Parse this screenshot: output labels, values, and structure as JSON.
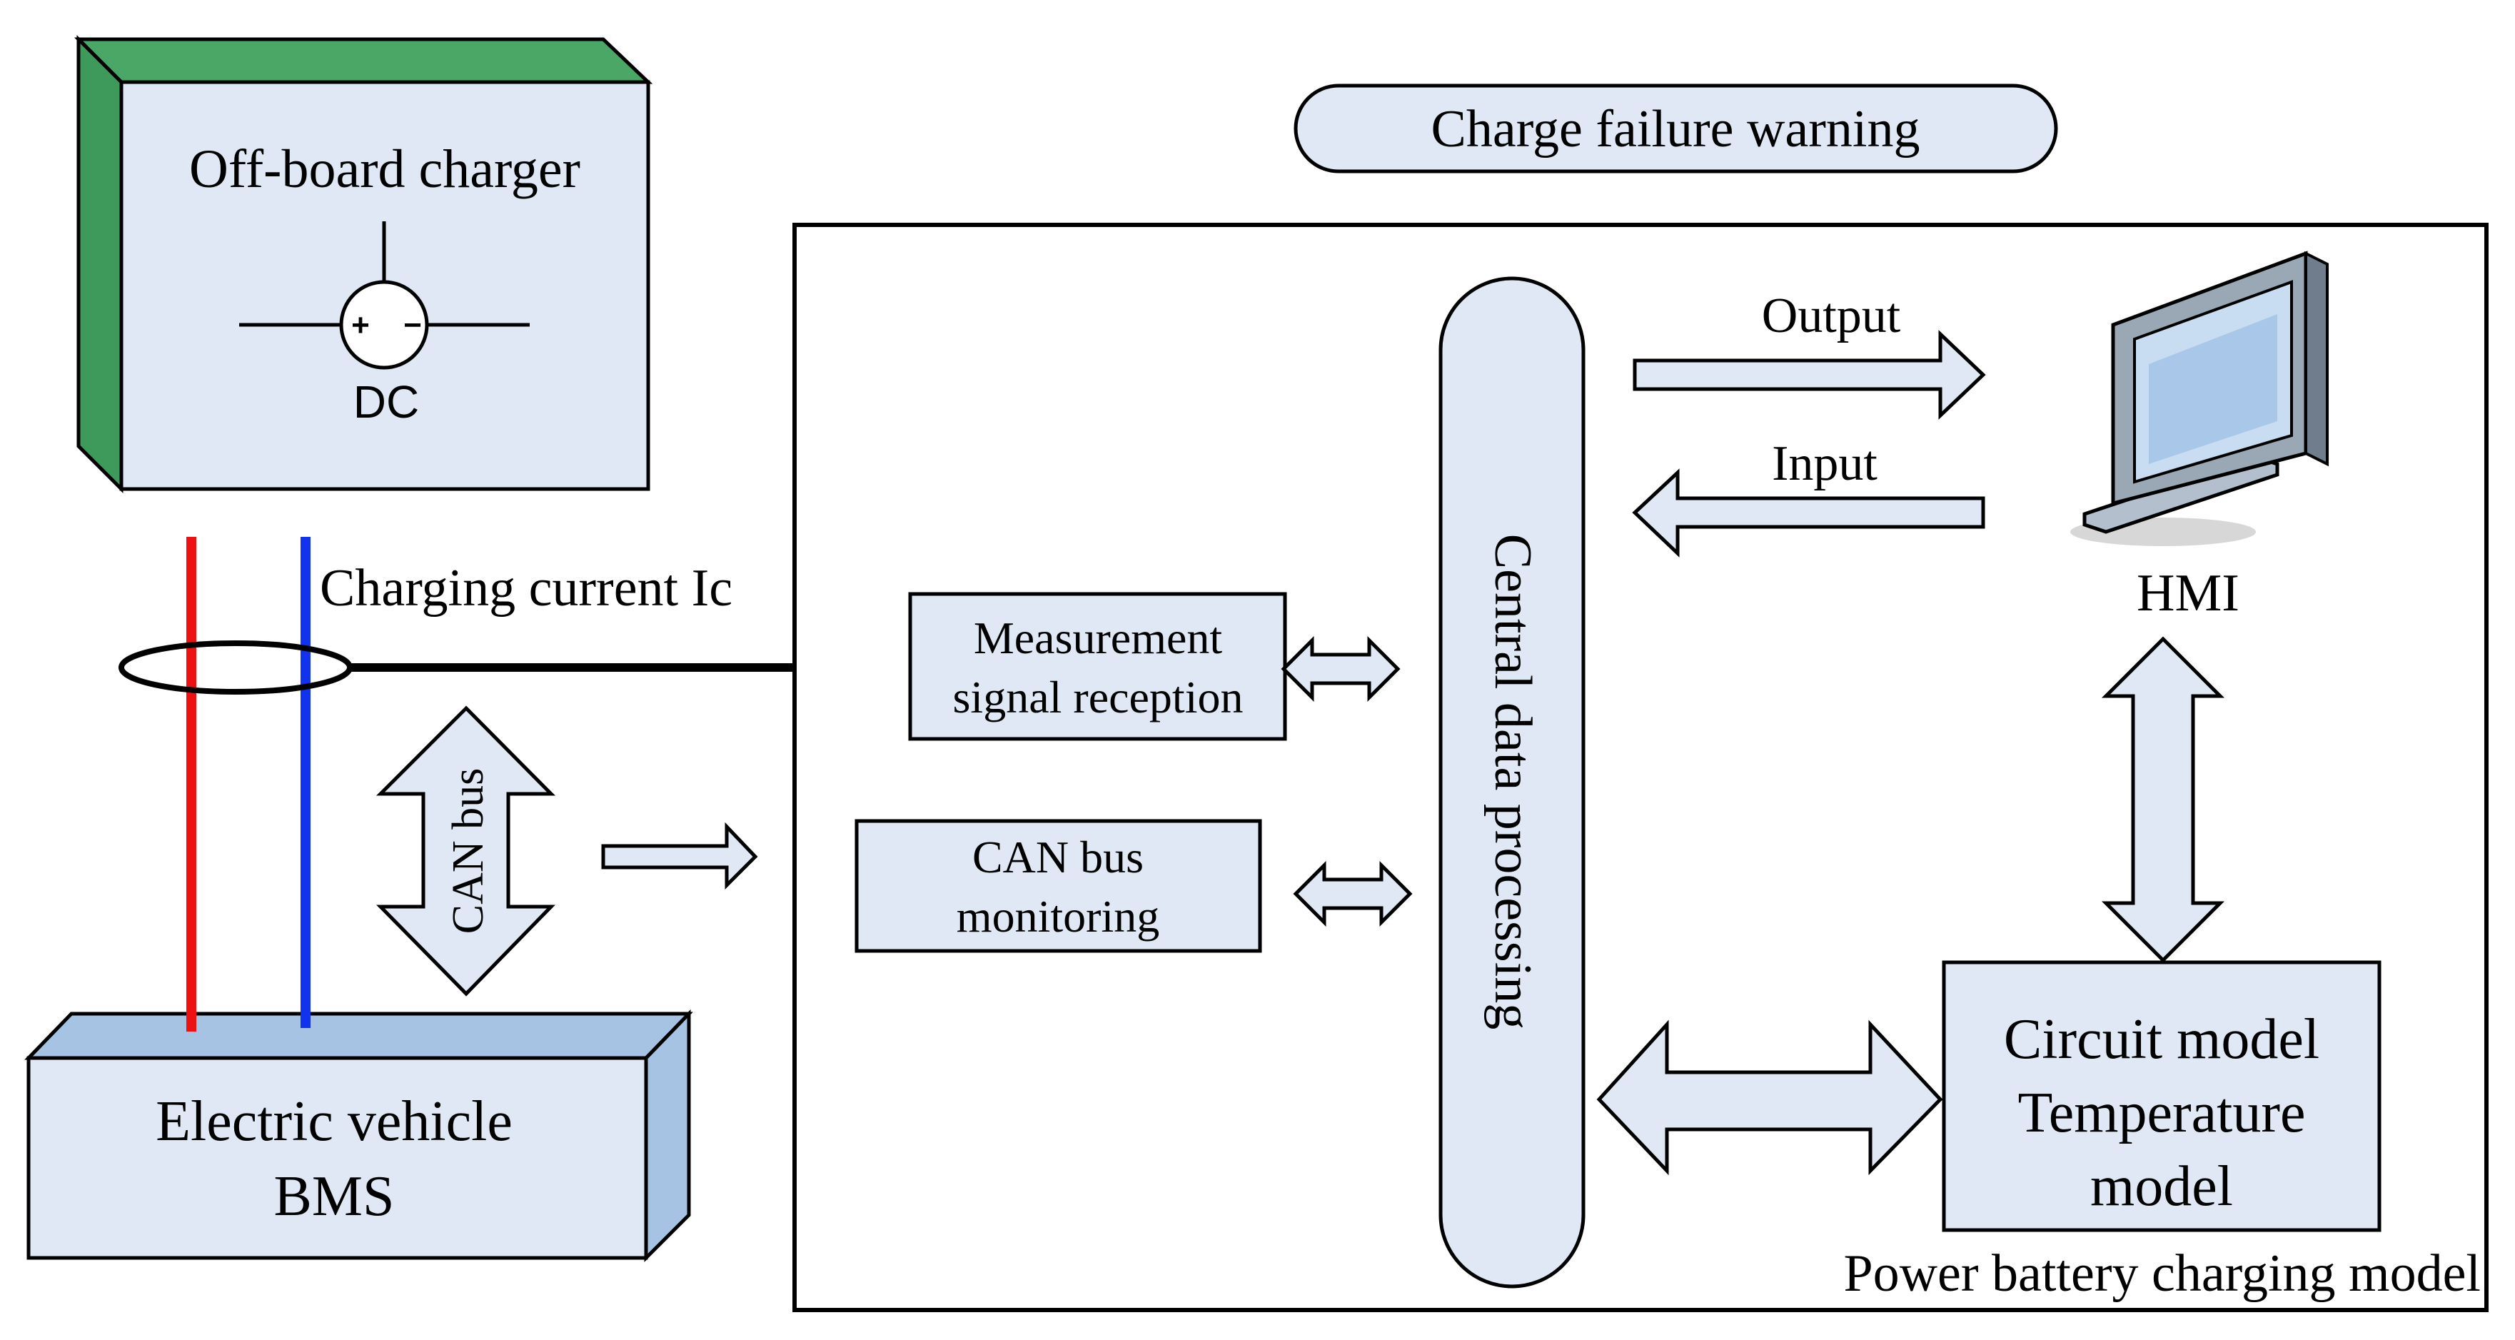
{
  "charger": {
    "label": "Off-board charger",
    "source_label": "DC",
    "plus": "+",
    "minus": "−"
  },
  "warning_label": "Charge failure warning",
  "charging_current_label": "Charging current Ic",
  "can_bus_arrow_label": "CAN bus",
  "vehicle": {
    "line1": "Electric vehicle",
    "line2": "BMS"
  },
  "measurement": {
    "line1": "Measurement",
    "line2": "signal reception"
  },
  "can_monitoring": {
    "line1": "CAN bus",
    "line2": "monitoring"
  },
  "central_label": "Central data processing",
  "output_label": "Output",
  "input_label": "Input",
  "hmi_label": "HMI",
  "model": {
    "line1": "Circuit model",
    "line2": "Temperature",
    "line3": "model"
  },
  "system_caption": "Power battery charging model",
  "colors": {
    "panel_fill": "#dfe8f4",
    "charger_frame": "#4aa766",
    "vehicle_top": "#a6c3e3",
    "wire_positive": "#ee1111",
    "wire_negative": "#1133ee"
  }
}
